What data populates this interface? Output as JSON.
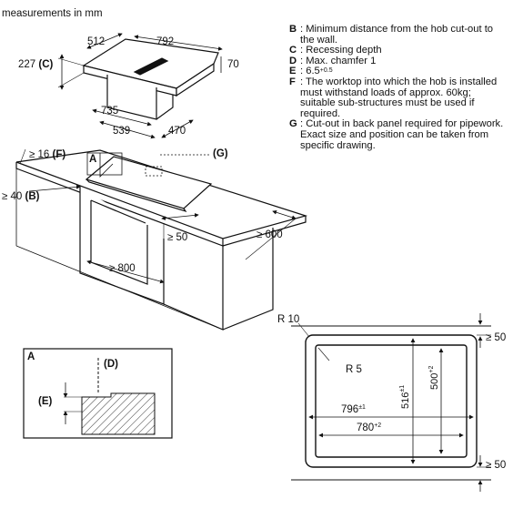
{
  "header": {
    "units": "measurements in mm"
  },
  "hob": {
    "width_depth_top": "512",
    "width_top": "792",
    "height_left": "227",
    "ref_c": "(C)",
    "height_right": "70",
    "width_bottom": "735",
    "depth_bottom": "539",
    "depth_right": "470"
  },
  "worktop": {
    "min_16": "≥ 16",
    "ref_f": "(F)",
    "ref_a": "A",
    "ref_g": "(G)",
    "min_40": "≥ 40",
    "ref_b": "(B)",
    "min_50": "≥ 50",
    "min_600": "≥ 600",
    "min_800": "≥ 800"
  },
  "legend": [
    {
      "key": "B",
      "text": ": Minimum distance from the hob cut-out to the wall."
    },
    {
      "key": "C",
      "text": ": Recessing depth"
    },
    {
      "key": "D",
      "text": ": Max. chamfer 1"
    },
    {
      "key": "E",
      "text": ": 6.5",
      "sup": "+0.5"
    },
    {
      "key": "F",
      "text": ": The worktop into which the hob is installed must withstand loads of approx. 60kg; suitable sub-structures must be used if required."
    },
    {
      "key": "G",
      "text": ": Cut-out in back panel required for pipework. Exact size and position can be taken from specific drawing."
    }
  ],
  "detail": {
    "title": "A",
    "ref_d": "(D)",
    "ref_e": "(E)"
  },
  "cutout": {
    "radius_outer": "R 10",
    "radius_inner": "R 5",
    "min_top": "≥ 50",
    "min_bottom": "≥ 50",
    "width_outer": "796",
    "width_outer_tol": "±1",
    "width_inner": "780",
    "width_inner_tol": "+2",
    "height_outer": "516",
    "height_outer_tol": "±1",
    "height_inner": "500",
    "height_inner_tol": "+2"
  }
}
